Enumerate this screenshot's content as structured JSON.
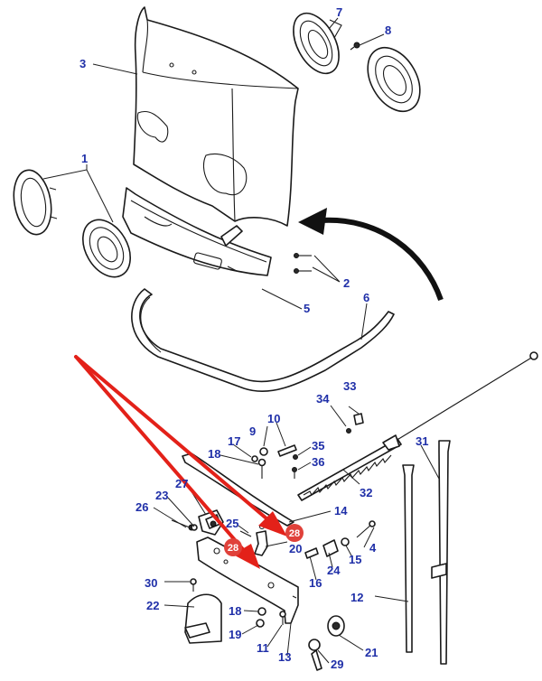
{
  "callouts": [
    {
      "id": "c1",
      "label": "1"
    },
    {
      "id": "c2",
      "label": "2"
    },
    {
      "id": "c3",
      "label": "3"
    },
    {
      "id": "c4",
      "label": "4"
    },
    {
      "id": "c5",
      "label": "5"
    },
    {
      "id": "c6",
      "label": "6"
    },
    {
      "id": "c7",
      "label": "7"
    },
    {
      "id": "c8",
      "label": "8"
    },
    {
      "id": "c9",
      "label": "9"
    },
    {
      "id": "c10",
      "label": "10"
    },
    {
      "id": "c11",
      "label": "11"
    },
    {
      "id": "c12",
      "label": "12"
    },
    {
      "id": "c13",
      "label": "13"
    },
    {
      "id": "c14",
      "label": "14"
    },
    {
      "id": "c15",
      "label": "15"
    },
    {
      "id": "c16",
      "label": "16"
    },
    {
      "id": "c17",
      "label": "17"
    },
    {
      "id": "c18a",
      "label": "18"
    },
    {
      "id": "c18b",
      "label": "18"
    },
    {
      "id": "c19",
      "label": "19"
    },
    {
      "id": "c20",
      "label": "20"
    },
    {
      "id": "c21",
      "label": "21"
    },
    {
      "id": "c22",
      "label": "22"
    },
    {
      "id": "c23",
      "label": "23"
    },
    {
      "id": "c24",
      "label": "24"
    },
    {
      "id": "c25",
      "label": "25"
    },
    {
      "id": "c26",
      "label": "26"
    },
    {
      "id": "c27",
      "label": "27"
    },
    {
      "id": "c29",
      "label": "29"
    },
    {
      "id": "c30",
      "label": "30"
    },
    {
      "id": "c31",
      "label": "31"
    },
    {
      "id": "c32",
      "label": "32"
    },
    {
      "id": "c33",
      "label": "33"
    },
    {
      "id": "c34",
      "label": "34"
    },
    {
      "id": "c35",
      "label": "35"
    },
    {
      "id": "c36",
      "label": "36"
    }
  ],
  "highlights": [
    {
      "id": "h1",
      "label": "28"
    },
    {
      "id": "h2",
      "label": "28"
    }
  ],
  "colors": {
    "callout_text": "#1f2fa8",
    "highlight_badge": "#e0413a",
    "pointer_arrow": "#e32119",
    "line_art": "#1a1a1a"
  }
}
